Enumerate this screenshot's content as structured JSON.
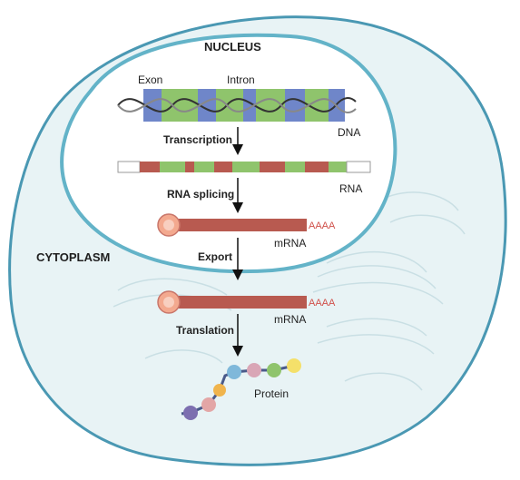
{
  "labels": {
    "nucleus": "NUCLEUS",
    "cytoplasm": "CYTOPLASM",
    "exon": "Exon",
    "intron": "Intron",
    "dna": "DNA",
    "rna": "RNA",
    "mrna_1": "mRNA",
    "mrna_2": "mRNA",
    "polya_1": "AAAA",
    "polya_2": "AAAA",
    "protein": "Protein"
  },
  "steps": {
    "transcription": "Transcription",
    "splicing": "RNA splicing",
    "export": "Export",
    "translation": "Translation"
  },
  "colors": {
    "cell_fill": "#e8f3f5",
    "cell_border": "#4a98b3",
    "nucleus_fill": "#ffffff",
    "nucleus_border": "#63b3c8",
    "exon_green": "#8fc46c",
    "intron_blue": "#6f86c9",
    "rna_red": "#b85a50",
    "cap": "#f3a98f",
    "polya": "#d0524c"
  }
}
